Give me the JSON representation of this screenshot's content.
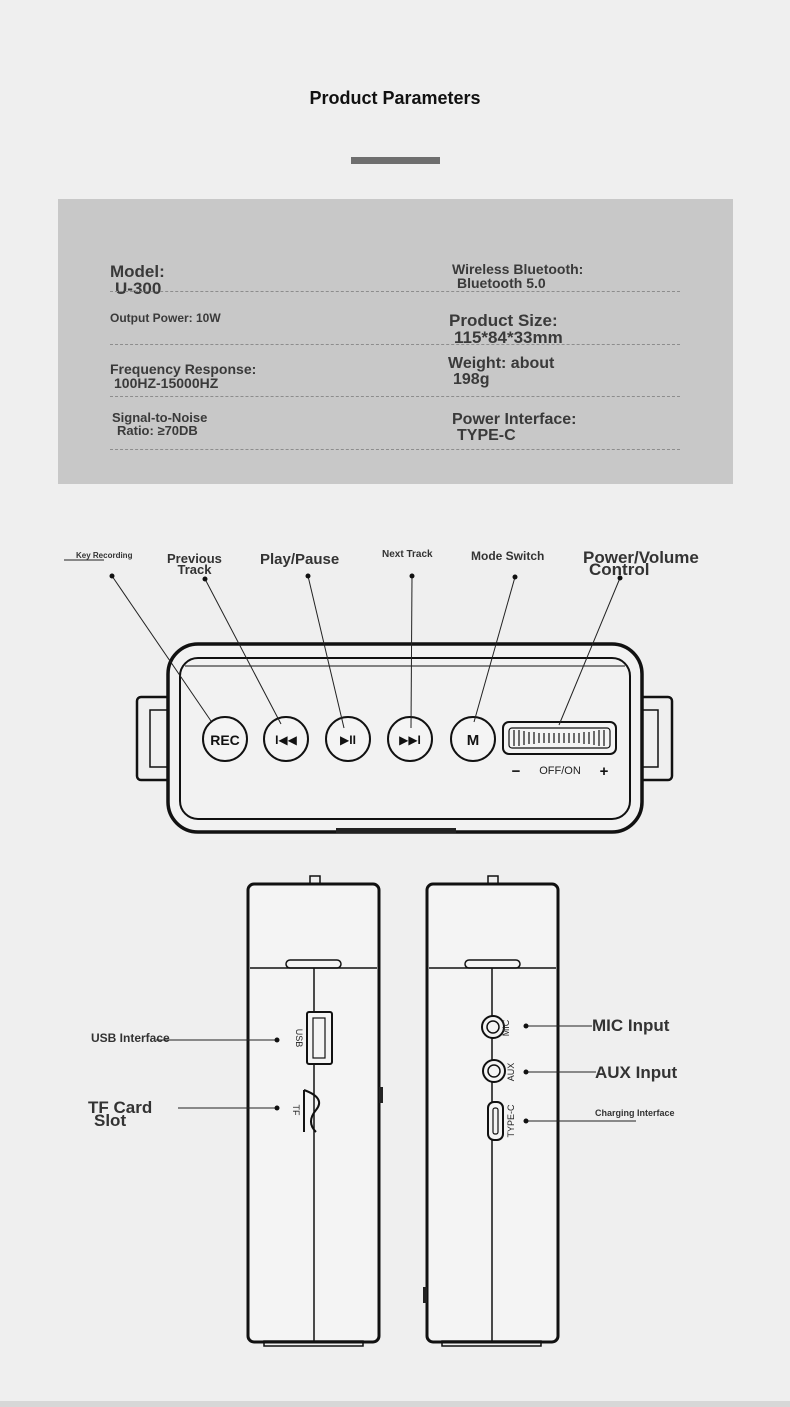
{
  "title": "Product Parameters",
  "params": {
    "model_label": "Model:",
    "model_value": "U-300",
    "bluetooth_label": "Wireless Bluetooth:",
    "bluetooth_value": "Bluetooth 5.0",
    "output_power": "Output Power: 10W",
    "size_label": "Product Size:",
    "size_value": "115*84*33mm",
    "freq_label": "Frequency Response:",
    "freq_value": "100HZ-15000HZ",
    "weight_label": "Weight: about",
    "weight_value": "198g",
    "snr_label": "Signal-to-Noise",
    "snr_value": "Ratio: ≥70DB",
    "power_label": "Power Interface:",
    "power_value": "TYPE-C"
  },
  "front_labels": {
    "key_recording": "Key Recording",
    "previous_line1": "Previous",
    "previous_line2": "Track",
    "play_pause": "Play/Pause",
    "next_track": "Next Track",
    "mode_switch": "Mode Switch",
    "power_volume_line1": "Power/Volume",
    "power_volume_line2": "Control"
  },
  "buttons": {
    "rec": "REC",
    "prev": "I◀◀",
    "play": "▶II",
    "next": "▶▶I",
    "mode": "M",
    "minus": "−",
    "offon": "OFF/ON",
    "plus": "+"
  },
  "side_left": {
    "usb_label": "USB Interface",
    "tf_label_line1": "TF Card",
    "tf_label_line2": "Slot",
    "usb_text": "USB",
    "tf_text": "TF"
  },
  "side_right": {
    "mic_label": "MIC Input",
    "aux_label": "AUX Input",
    "charging_label": "Charging Interface",
    "mic_text": "MIC",
    "aux_text": "AUX",
    "typec_text": "TYPE-C"
  }
}
